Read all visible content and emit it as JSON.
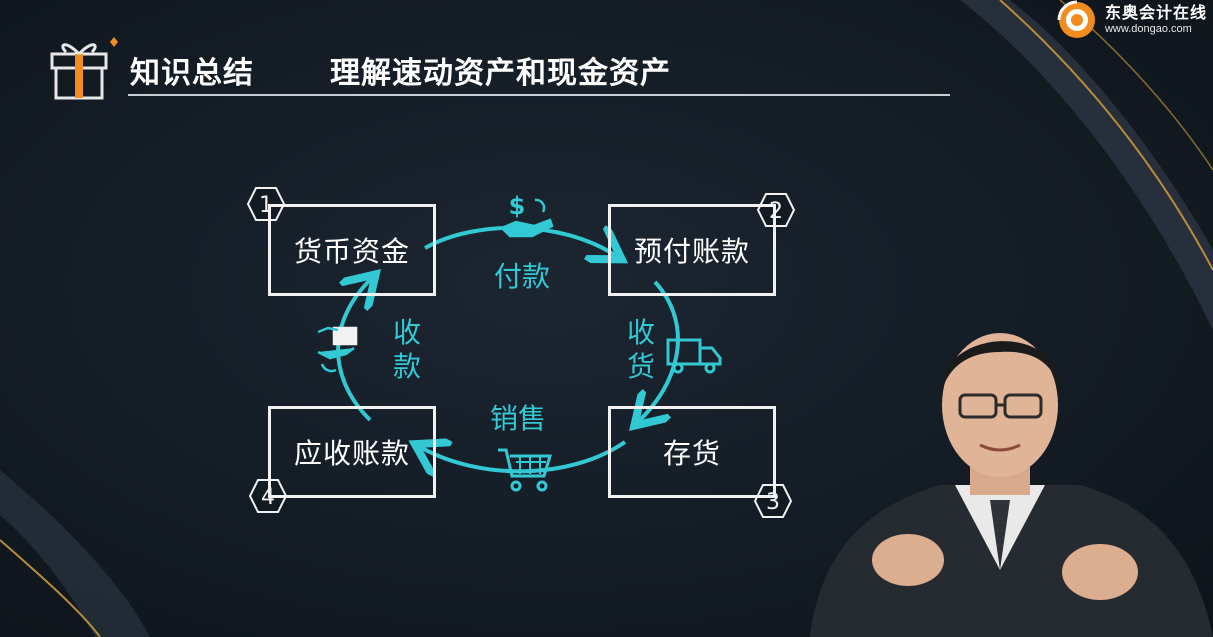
{
  "brand": {
    "name": "东奥会计在线",
    "url": "www.dongao.com"
  },
  "header": {
    "title": "知识总结",
    "subtitle": "理解速动资产和现金资产"
  },
  "diagram": {
    "nodes": [
      {
        "number": "1",
        "label": "货币资金"
      },
      {
        "number": "2",
        "label": "预付账款"
      },
      {
        "number": "3",
        "label": "存货"
      },
      {
        "number": "4",
        "label": "应收账款"
      }
    ],
    "flows": {
      "pay": "付款",
      "receive_goods": "收货",
      "sales": "销售",
      "collect": "收款"
    }
  },
  "icons": {
    "header": "gift-box-icon",
    "pay": "hand-dollar-icon",
    "receive_goods": "delivery-truck-icon",
    "sales": "shopping-cart-icon",
    "collect": "hand-exchange-icon"
  },
  "colors": {
    "accent": "#33c9d4",
    "brand_orange": "#f28c1e",
    "background": "#141c25",
    "box_border": "#f2f2f2"
  }
}
